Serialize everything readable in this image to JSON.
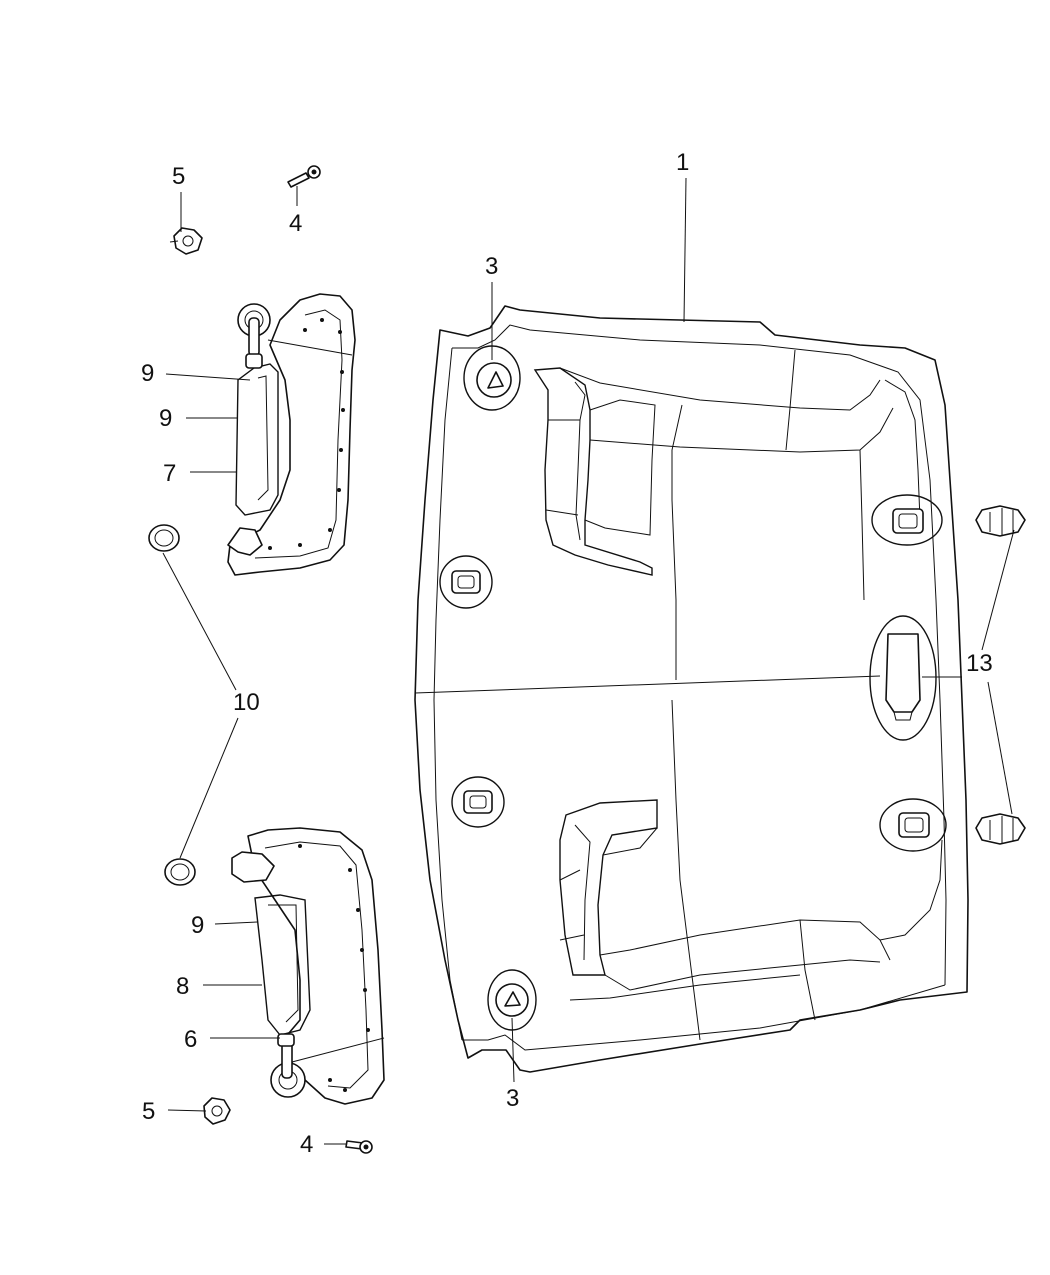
{
  "diagram": {
    "callouts": {
      "c1": "1",
      "c3_top": "3",
      "c3_bottom": "3",
      "c4_top": "4",
      "c4_bottom": "4",
      "c5_top": "5",
      "c5_bottom": "5",
      "c6": "6",
      "c7": "7",
      "c8": "8",
      "c9_a": "9",
      "c9_b": "9",
      "c9_c": "9",
      "c10": "10",
      "c13": "13"
    }
  }
}
